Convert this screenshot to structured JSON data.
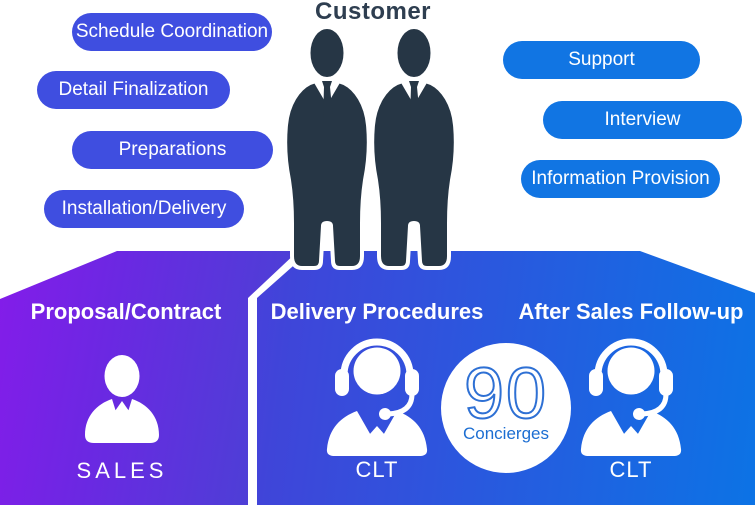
{
  "title": "Customer",
  "customer_steps_left": [
    "Schedule Coordination",
    "Detail Finalization",
    "Preparations",
    "Installation/Delivery"
  ],
  "customer_steps_right": [
    "Support",
    "Interview",
    "Information Provision"
  ],
  "sections": {
    "proposal": {
      "heading": "Proposal/Contract",
      "role": "SALES"
    },
    "delivery": {
      "heading": "Delivery Procedures",
      "role": "CLT"
    },
    "after_sales": {
      "heading": "After Sales Follow-up",
      "role": "CLT"
    }
  },
  "badge": {
    "count": "90",
    "label": "Concierges"
  },
  "colors": {
    "left_pill": "#3f4ee0",
    "right_pill": "#1175e3",
    "purple_panel_gradient": [
      "#8d18ec",
      "#4a41d5"
    ],
    "blue_panel_gradient": [
      "#3f45d9",
      "#0c73e5"
    ],
    "silhouette": "#263645",
    "title_text": "#2e3e50",
    "badge_number": "#2e70d4",
    "badge_label_text": "#1c6ed2"
  }
}
